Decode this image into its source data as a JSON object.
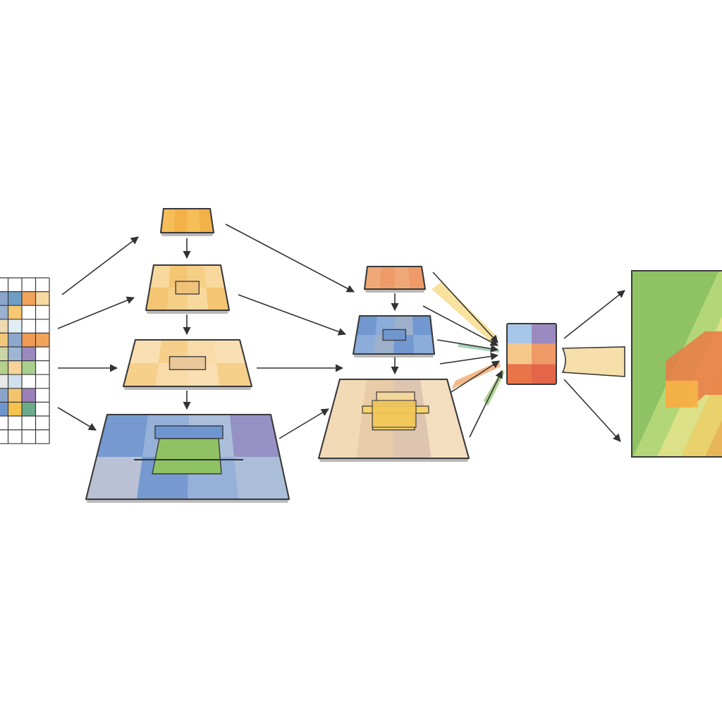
{
  "colors": {
    "background": "#ffffff",
    "outline": "#3a3a3a",
    "arrow": "#333333",
    "orange": "#f3b24a",
    "light_orange": "#f6cf86",
    "cream": "#f7dcae",
    "blue": "#6f95cf",
    "green": "#8fc263",
    "purple": "#9a8ac0",
    "salmon": "#ee9b69",
    "red_orange": "#ea7a45",
    "teal": "#5fa6b4",
    "yellow": "#f5d36a"
  },
  "input_grid": {
    "rows": 12,
    "cols": 4,
    "colored_cells": [
      {
        "r": 1,
        "c": 0,
        "color": "#8aa5c9"
      },
      {
        "r": 1,
        "c": 1,
        "color": "#6d9ec4"
      },
      {
        "r": 1,
        "c": 2,
        "color": "#f0a55a"
      },
      {
        "r": 1,
        "c": 3,
        "color": "#f7d8a0"
      },
      {
        "r": 2,
        "c": 0,
        "color": "#9ab0d0"
      },
      {
        "r": 2,
        "c": 1,
        "color": "#f6c872"
      },
      {
        "r": 3,
        "c": 0,
        "color": "#eed9b0"
      },
      {
        "r": 3,
        "c": 1,
        "color": "#e2eef6"
      },
      {
        "r": 4,
        "c": 0,
        "color": "#f4c87a"
      },
      {
        "r": 4,
        "c": 1,
        "color": "#8da7cd"
      },
      {
        "r": 4,
        "c": 2,
        "color": "#ef9a55"
      },
      {
        "r": 4,
        "c": 3,
        "color": "#f2a35a"
      },
      {
        "r": 5,
        "c": 0,
        "color": "#c9d7a7"
      },
      {
        "r": 5,
        "c": 1,
        "color": "#9db7d3"
      },
      {
        "r": 5,
        "c": 2,
        "color": "#9a8ac0"
      },
      {
        "r": 6,
        "c": 0,
        "color": "#b3cf8c"
      },
      {
        "r": 6,
        "c": 1,
        "color": "#f5d39a"
      },
      {
        "r": 6,
        "c": 2,
        "color": "#a9cf8f"
      },
      {
        "r": 7,
        "c": 0,
        "color": "#e8e8e8"
      },
      {
        "r": 7,
        "c": 1,
        "color": "#d0e0ee"
      },
      {
        "r": 8,
        "c": 0,
        "color": "#8aa5c9"
      },
      {
        "r": 8,
        "c": 1,
        "color": "#f3c46e"
      },
      {
        "r": 8,
        "c": 2,
        "color": "#9a7fb8"
      },
      {
        "r": 9,
        "c": 0,
        "color": "#6f95cf"
      },
      {
        "r": 9,
        "c": 1,
        "color": "#f5c24e"
      },
      {
        "r": 9,
        "c": 2,
        "color": "#6aaa8a"
      }
    ]
  },
  "encoder_layers": [
    {
      "level": 1,
      "main": "#f3b24a",
      "tiles": [
        "#f6c25e",
        "#f3b24a"
      ],
      "center": null
    },
    {
      "level": 2,
      "main": "#f6cf86",
      "tiles": [
        "#f8dba3",
        "#f3c26c",
        "#f6cf86"
      ],
      "center": "#f0c27a"
    },
    {
      "level": 3,
      "main": "#f6d59a",
      "tiles": [
        "#f9e2b8",
        "#f5cc86",
        "#f8dcae"
      ],
      "center": "#e8c79a"
    },
    {
      "level": 4,
      "main": "#8aa7d3",
      "tiles": [
        "#6f95cf",
        "#9ab4db",
        "#b6c7de",
        "#9a8ac0",
        "#c9c9d6"
      ],
      "center": "#8fc263"
    }
  ],
  "decoder_layers": [
    {
      "level": 1,
      "main": "#ee9b69",
      "tiles": [
        "#f1ac7d",
        "#ee9b69"
      ],
      "center": null
    },
    {
      "level": 2,
      "main": "#7aa0d4",
      "tiles": [
        "#6f95cf",
        "#93b2dc",
        "#a8b5c9"
      ],
      "center": "#6f95cf"
    },
    {
      "level": 3,
      "main": "#ecd3b0",
      "tiles": [
        "#f4dcb8",
        "#e6c9a4",
        "#d9c0b0",
        "#f5e2c4"
      ],
      "center": "#f5d36a"
    }
  ],
  "fusion_block": {
    "cells": [
      "#a8c6e8",
      "#9a8ac0",
      "#f5c88a",
      "#ef9a66",
      "#e9744a",
      "#e3664a"
    ]
  },
  "output_map": {
    "stripes": [
      "#8fc263",
      "#b7d97a",
      "#e4e38a",
      "#f3d36b",
      "#f2b556",
      "#ea7a45",
      "#8fc263",
      "#5fa6b4"
    ]
  }
}
